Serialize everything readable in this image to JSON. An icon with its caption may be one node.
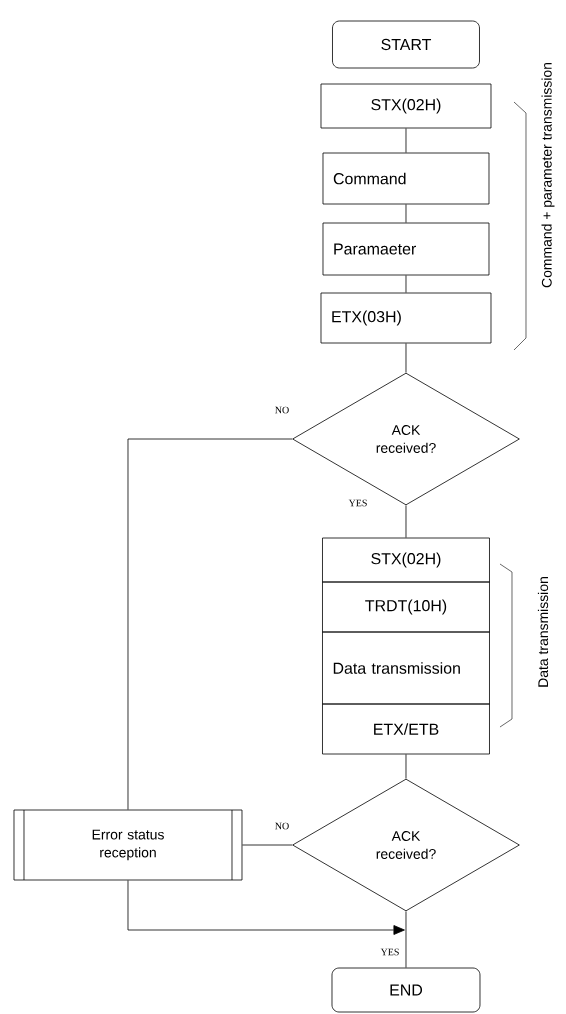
{
  "diagram": {
    "nodes": [
      {
        "text": [
          "START"
        ]
      },
      {
        "text": [
          "STX(02H)"
        ]
      },
      {
        "text": [
          "Command"
        ]
      },
      {
        "text": [
          "Paramaeter"
        ]
      },
      {
        "text": [
          "ETX(03H)"
        ]
      },
      {
        "text": [
          "ACK received?"
        ]
      },
      {
        "text": [
          "STX(02H)"
        ]
      },
      {
        "text": [
          "TRDT(10H)"
        ]
      },
      {
        "text": [
          "Data transmission"
        ]
      },
      {
        "text": [
          "ETX/ETB"
        ]
      },
      {
        "text": [
          "ACK received?"
        ]
      },
      {
        "text": [
          "Error status reception"
        ]
      },
      {
        "text": [
          "END"
        ]
      }
    ],
    "edges": [
      {
        "from": 1,
        "to": 2,
        "arrow": "none"
      },
      {
        "from": 2,
        "to": 3,
        "arrow": "none"
      },
      {
        "from": 3,
        "to": 4,
        "arrow": "none"
      },
      {
        "from": 4,
        "to": 5,
        "arrow": "none"
      },
      {
        "from": 5,
        "to": 11,
        "arrow": "none",
        "label": "NO"
      },
      {
        "from": 5,
        "to": 6,
        "arrow": "none",
        "label": "YES"
      },
      {
        "from": 9,
        "to": 10,
        "arrow": "none"
      },
      {
        "from": 10,
        "to": 11,
        "arrow": "none",
        "label": "NO"
      },
      {
        "from": 10,
        "to": 12,
        "arrow": "none",
        "label": "YES"
      },
      {
        "from": 11,
        "to": null,
        "arrow": "to"
      }
    ],
    "labels": [
      "Command + parameter transmission",
      "Data transmission"
    ]
  }
}
